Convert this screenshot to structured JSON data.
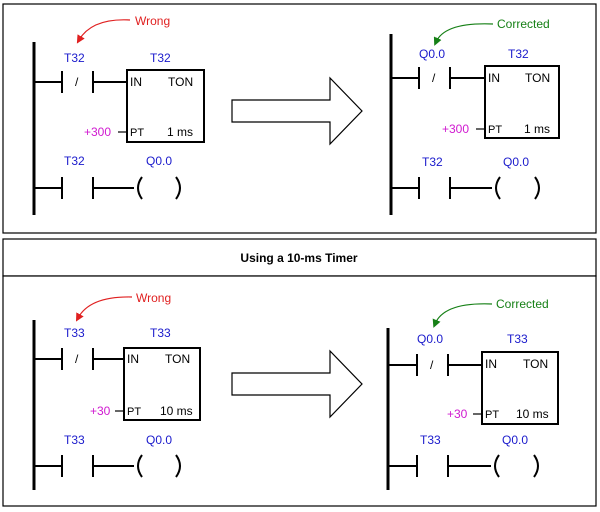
{
  "colors": {
    "address": "#1a1acc",
    "preset": "#d01ad0",
    "wrong": "#e02020",
    "corrected": "#168016",
    "line": "#000000"
  },
  "panels": [
    {
      "wrong": {
        "label": "Wrong",
        "rung1": {
          "contact": "T32",
          "contact_sym": "/",
          "timer": "T32",
          "in": "IN",
          "type": "TON",
          "pt": "PT",
          "preset": "+300",
          "res": "1 ms"
        },
        "rung2": {
          "contact": "T32",
          "coil": "Q0.0"
        }
      },
      "corrected": {
        "label": "Corrected",
        "rung1": {
          "contact": "Q0.0",
          "contact_sym": "/",
          "timer": "T32",
          "in": "IN",
          "type": "TON",
          "pt": "PT",
          "preset": "+300",
          "res": "1 ms"
        },
        "rung2": {
          "contact": "T32",
          "coil": "Q0.0"
        }
      }
    },
    {
      "title": "Using a 10-ms Timer",
      "wrong": {
        "label": "Wrong",
        "rung1": {
          "contact": "T33",
          "contact_sym": "/",
          "timer": "T33",
          "in": "IN",
          "type": "TON",
          "pt": "PT",
          "preset": "+30",
          "res": "10 ms"
        },
        "rung2": {
          "contact": "T33",
          "coil": "Q0.0"
        }
      },
      "corrected": {
        "label": "Corrected",
        "rung1": {
          "contact": "Q0.0",
          "contact_sym": "/",
          "timer": "T33",
          "in": "IN",
          "type": "TON",
          "pt": "PT",
          "preset": "+30",
          "res": "10 ms"
        },
        "rung2": {
          "contact": "T33",
          "coil": "Q0.0"
        }
      }
    }
  ]
}
